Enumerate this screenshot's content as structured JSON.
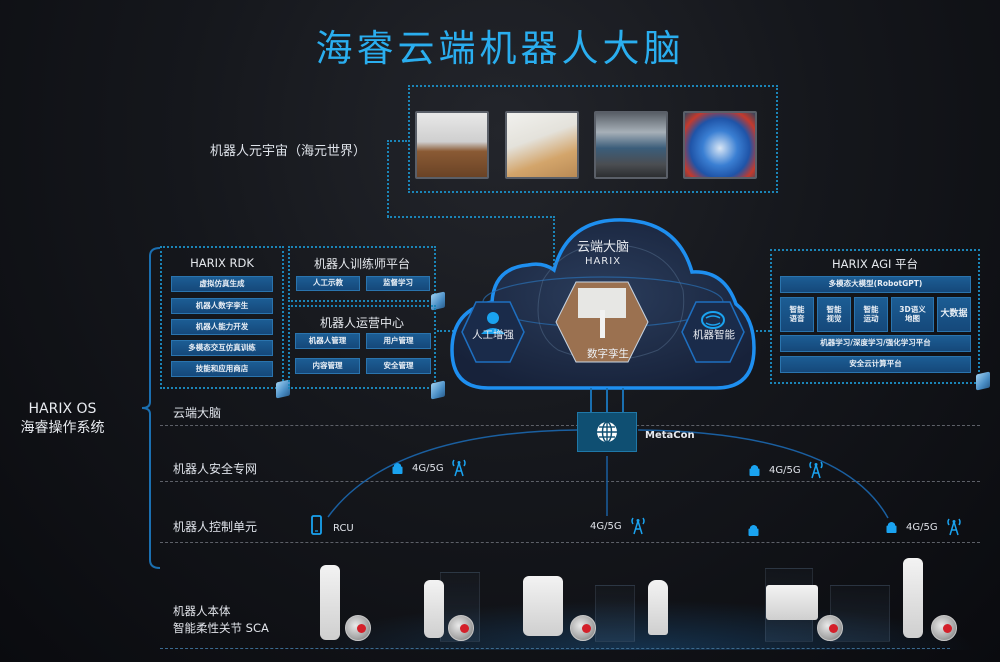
{
  "title": "海睿云端机器人大脑",
  "metaverse": {
    "label": "机器人元宇宙（海元世界）",
    "thumbnails": [
      "virtual-showroom",
      "virtual-office",
      "virtual-factory",
      "virtual-stadium"
    ]
  },
  "rdk": {
    "title": "HARIX RDK",
    "items": [
      "虚拟仿真生成",
      "机器人数字孪生",
      "机器人能力开发",
      "多模态交互仿真训练",
      "技能和应用商店"
    ]
  },
  "trainer_platform": {
    "title": "机器人训练师平台",
    "items": [
      "人工示教",
      "监督学习"
    ]
  },
  "ops_center": {
    "title": "机器人运营中心",
    "items": [
      "机器人管理",
      "用户管理",
      "内容管理",
      "安全管理"
    ]
  },
  "cloud_brain": {
    "title": "云端大脑",
    "subtitle": "HARIX",
    "left_hex": "人工增强",
    "center_hex": "数字孪生",
    "right_hex": "机器智能"
  },
  "agi": {
    "title": "HARIX AGI 平台",
    "top": "多模态大模型(RobotGPT)",
    "modules": [
      "智能\n语音",
      "智能\n视觉",
      "智能\n运动",
      "3D语义\n地图",
      "大数据"
    ],
    "ml_platform": "机器学习/深度学习/强化学习平台",
    "security_platform": "安全云计算平台"
  },
  "os": {
    "line1": "HARIX OS",
    "line2": "海睿操作系统"
  },
  "layers": {
    "cloud": "云端大脑",
    "network": "机器人安全专网",
    "control": "机器人控制单元",
    "body_line1": "机器人本体",
    "body_line2": "智能柔性关节 SCA"
  },
  "network": {
    "hub_label": "MetaCon",
    "link_label": "4G/5G",
    "rcu_label": "RCU"
  },
  "colors": {
    "accent": "#2aaeef",
    "box_blue": "#1c5d94",
    "dotted": "#1b85b8",
    "cloud_stroke": "#1e8ff0",
    "hub": "#0f4f72"
  }
}
